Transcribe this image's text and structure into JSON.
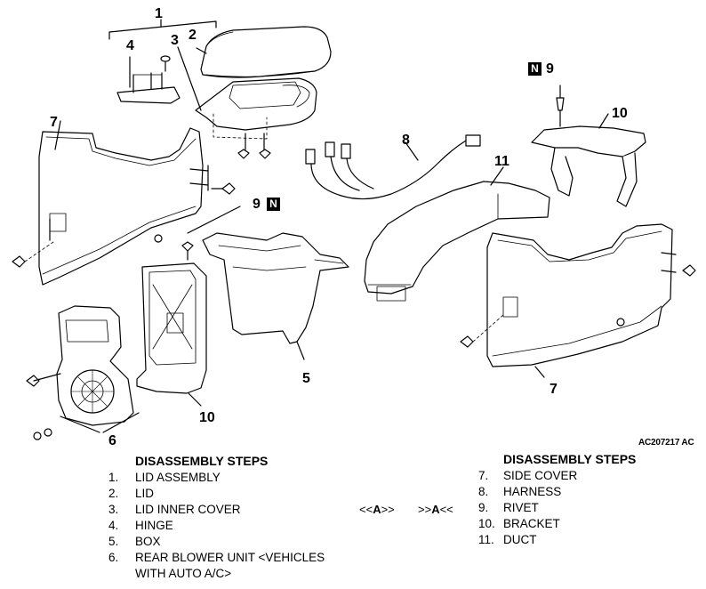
{
  "callouts": {
    "c1": "1",
    "c2": "2",
    "c3": "3",
    "c4": "4",
    "c5": "5",
    "c6": "6",
    "c7a": "7",
    "c7b": "7",
    "c8": "8",
    "c9a": "9",
    "c9b": "9",
    "c10a": "10",
    "c10b": "10",
    "c11": "11"
  },
  "badges": {
    "n1": "N",
    "n2": "N"
  },
  "figure_ref": "AC207217 AC",
  "left_steps": {
    "title": "DISASSEMBLY STEPS",
    "items": [
      {
        "num": "1.",
        "text": "LID ASSEMBLY"
      },
      {
        "num": "2.",
        "text": "LID"
      },
      {
        "num": "3.",
        "text": "LID INNER COVER"
      },
      {
        "num": "4.",
        "text": "HINGE"
      },
      {
        "num": "5.",
        "text": "BOX"
      },
      {
        "num": "6.",
        "text": "REAR BLOWER UNIT <VEHICLES"
      },
      {
        "num": "",
        "text": "WITH AUTO A/C>"
      }
    ]
  },
  "service_refs": {
    "removal_pre": "<<",
    "removal_letter": "A",
    "removal_post": ">>",
    "install_pre": ">>",
    "install_letter": "A",
    "install_post": "<<"
  },
  "right_steps": {
    "title": "DISASSEMBLY STEPS",
    "items": [
      {
        "num": "7.",
        "text": "SIDE COVER"
      },
      {
        "num": "8.",
        "text": "HARNESS"
      },
      {
        "num": "9.",
        "text": "RIVET"
      },
      {
        "num": "10.",
        "text": "BRACKET"
      },
      {
        "num": "11.",
        "text": "DUCT"
      }
    ]
  }
}
